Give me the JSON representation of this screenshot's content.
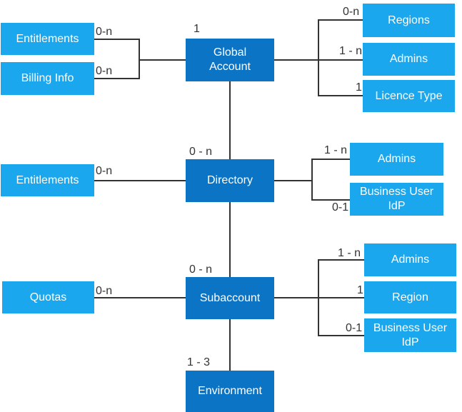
{
  "colors": {
    "light_box": "#1aa7ee",
    "dark_box": "#0b74c4",
    "line": "#333333",
    "text": "#ffffff"
  },
  "nodes": {
    "entitlements_top": "Entitlements",
    "billing_info": "Billing Info",
    "global_account": "Global\nAccount",
    "regions": "Regions",
    "admins_top": "Admins",
    "licence_type": "Licence Type",
    "entitlements_mid": "Entitlements",
    "directory": "Directory",
    "admins_mid": "Admins",
    "business_user_idp_mid": "Business User\nIdP",
    "quotas": "Quotas",
    "subaccount": "Subaccount",
    "admins_bottom": "Admins",
    "region": "Region",
    "business_user_idp_bottom": "Business User\nIdP",
    "environment": "Environment"
  },
  "cardinalities": {
    "entitlements_top": "0-n",
    "billing_info": "0-n",
    "global_account": "1",
    "regions": "0-n",
    "admins_top": "1 - n",
    "licence_type": "1",
    "directory": "0 - n",
    "entitlements_mid": "0-n",
    "admins_mid": "1 - n",
    "business_user_idp_mid": "0-1",
    "subaccount": "0 - n",
    "quotas": "0-n",
    "admins_bottom": "1 - n",
    "region": "1",
    "business_user_idp_bottom": "0-1",
    "environment": "1 - 3"
  }
}
